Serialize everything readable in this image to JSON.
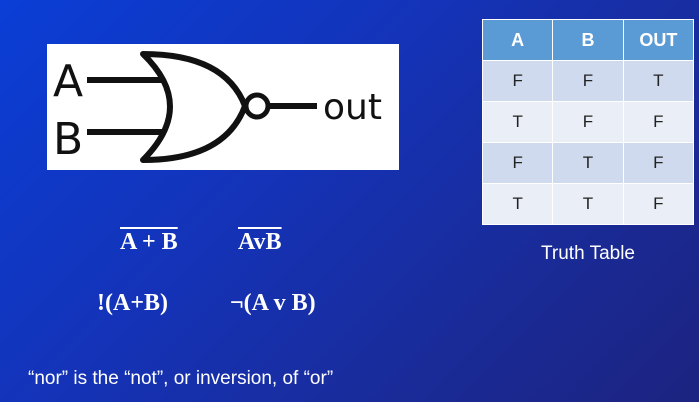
{
  "gate": {
    "input_a": "A",
    "input_b": "B",
    "output": "out"
  },
  "truth_table": {
    "headers": [
      "A",
      "B",
      "OUT"
    ],
    "rows": [
      [
        "F",
        "F",
        "T"
      ],
      [
        "T",
        "F",
        "F"
      ],
      [
        "F",
        "T",
        "F"
      ],
      [
        "T",
        "T",
        "F"
      ]
    ],
    "caption": "Truth Table"
  },
  "expressions": {
    "overbar_plus": "A + B",
    "overbar_vee": "AvB",
    "bang_paren": "!(A+B)",
    "neg_paren": "¬(A v B)"
  },
  "footer": "“nor” is the “not”, or inversion, of “or”",
  "colors": {
    "table_header": "#5b9bd5",
    "row_odd": "#cfdaee",
    "row_even": "#e9eef7"
  }
}
